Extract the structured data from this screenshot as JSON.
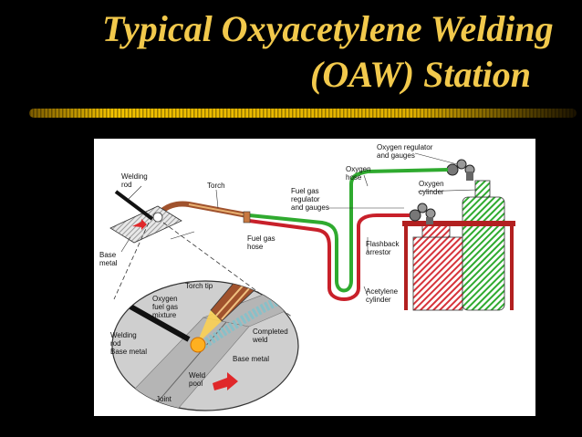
{
  "slide": {
    "title_line1": "Typical Oxyacetylene Welding",
    "title_line2": "(OAW) Station",
    "title_color": "#f2c94c",
    "background": "#000000"
  },
  "diagram": {
    "labels": {
      "welding_rod": [
        "Welding",
        "rod"
      ],
      "torch": [
        "Torch"
      ],
      "oxygen_regulator": [
        "Oxygen regulator",
        "and gauges"
      ],
      "oxygen_hose": [
        "Oxygen",
        "hose"
      ],
      "fuel_gas_regulator": [
        "Fuel gas",
        "regulator",
        "and gauges"
      ],
      "oxygen_cylinder": [
        "Oxygen",
        "cylinder"
      ],
      "base_metal": [
        "Base",
        "metal"
      ],
      "fuel_gas_hose": [
        "Fuel gas",
        "hose"
      ],
      "flashback_arrestor": [
        "Flashback",
        "arrestor"
      ],
      "acetylene_cylinder": [
        "Acetylene",
        "cylinder"
      ],
      "torch_tip": [
        "Torch tip"
      ],
      "oxygen_fuel_mixture": [
        "Oxygen",
        "fuel gas",
        "mixture"
      ],
      "inset_welding_rod": [
        "Welding",
        "rod"
      ],
      "completed_weld": [
        "Completed",
        "weld"
      ],
      "inset_base_metal_left": [
        "Base metal"
      ],
      "inset_base_metal_right": [
        "Base metal"
      ],
      "weld_pool": [
        "Weld",
        "pool"
      ],
      "joint": [
        "Joint"
      ]
    },
    "colors": {
      "oxygen": "#2faa2f",
      "fuel": "#c8202a",
      "torch": "#a0522d",
      "inset_bg": "#cfcfcf"
    }
  }
}
